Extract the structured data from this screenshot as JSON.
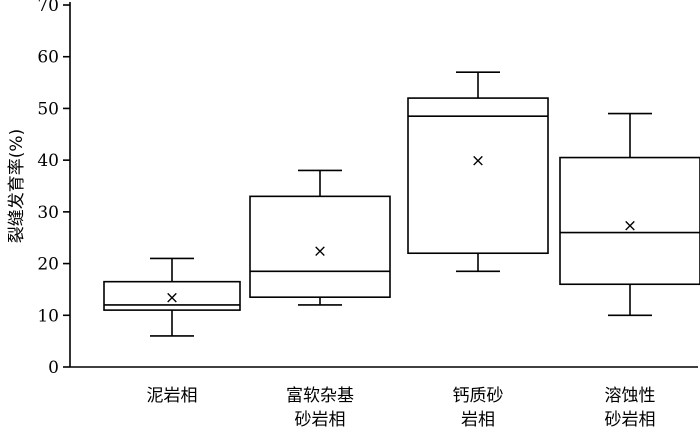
{
  "chart_data": {
    "type": "box",
    "ylabel": "裂缝发育率(%)",
    "ylim": [
      0,
      70
    ],
    "yticks": [
      0,
      10,
      20,
      30,
      40,
      50,
      60,
      70
    ],
    "ytick_labels": [
      "0",
      "10",
      "20",
      "30",
      "40",
      "50",
      "60",
      "70"
    ],
    "categories": [
      [
        "泥岩相"
      ],
      [
        "富软杂基",
        "砂岩相"
      ],
      [
        "钙质砂",
        "岩相"
      ],
      [
        "溶蚀性",
        "砂岩相"
      ]
    ],
    "boxes": [
      {
        "min": 6,
        "q1": 11,
        "median": 12,
        "q3": 16.5,
        "max": 21,
        "mean": 13.5
      },
      {
        "min": 12,
        "q1": 13.5,
        "median": 18.5,
        "q3": 33,
        "max": 38,
        "mean": 22.5
      },
      {
        "min": 18.5,
        "q1": 22,
        "median": 48.5,
        "q3": 52,
        "max": 57,
        "mean": 40
      },
      {
        "min": 10,
        "q1": 16,
        "median": 26,
        "q3": 40.5,
        "max": 49,
        "mean": 27.5
      }
    ],
    "mean_marker": "×",
    "grid": false,
    "legend": "none"
  }
}
